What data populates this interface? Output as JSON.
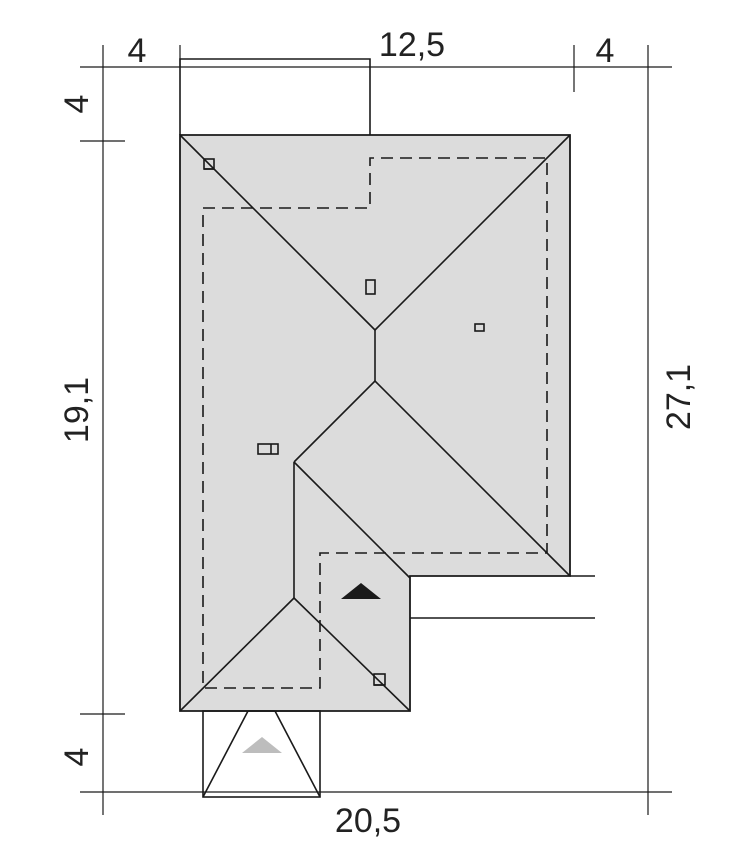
{
  "dimensions": {
    "top_left": "4",
    "top_middle": "12,5",
    "top_right": "4",
    "left_top": "4",
    "left_middle": "19,1",
    "left_bottom": "4",
    "right": "27,1",
    "bottom": "20,5"
  },
  "colors": {
    "roof_fill": "#dcdcdc",
    "line": "#1a1a1a",
    "entrance_arrow": "#1a1a1a",
    "terrace_arrow": "#bdbdbd"
  }
}
